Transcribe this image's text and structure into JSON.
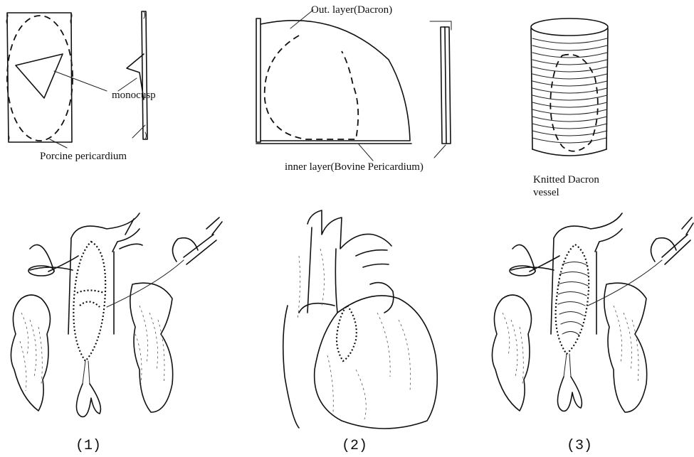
{
  "labels": {
    "monocusp": "monocusp",
    "porcine_pericardium": "Porcine pericardium",
    "outer_layer": "Out. layer(Dacron)",
    "inner_layer": "inner layer(Bovine Pericardium)",
    "knitted_line1": "Knitted Dacron",
    "knitted_line2": "vessel"
  },
  "panels": [
    {
      "number": "(1)"
    },
    {
      "number": "(2)"
    },
    {
      "number": "(3)"
    }
  ]
}
